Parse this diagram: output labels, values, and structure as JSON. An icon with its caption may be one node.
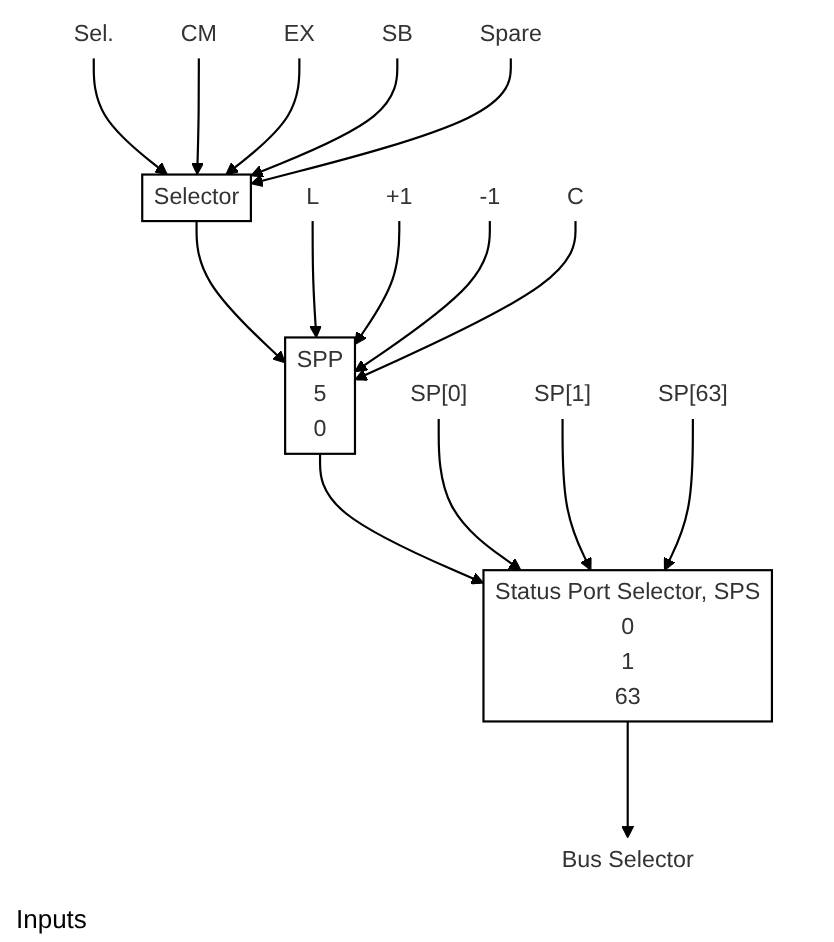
{
  "diagram": {
    "nodes": [
      {
        "text": [
          "Sel."
        ]
      },
      {
        "text": [
          "CM"
        ]
      },
      {
        "text": [
          "EX"
        ]
      },
      {
        "text": [
          "SB"
        ]
      },
      {
        "text": [
          "Spare"
        ]
      },
      {
        "text": [
          "Selector"
        ]
      },
      {
        "text": [
          "L"
        ]
      },
      {
        "text": [
          "+1"
        ]
      },
      {
        "text": [
          "-1"
        ]
      },
      {
        "text": [
          "C"
        ]
      },
      {
        "text": [
          "SPP",
          "5",
          "0"
        ]
      },
      {
        "text": [
          "Status Port Selector, SPS",
          "0",
          "1",
          "63"
        ]
      },
      {
        "text": [
          "SP[0]"
        ]
      },
      {
        "text": [
          "SP[1]"
        ]
      },
      {
        "text": [
          "SP[63]"
        ]
      },
      {
        "text": [
          "Bus Selector"
        ]
      }
    ],
    "edges": [
      {
        "from": 0,
        "to": 5,
        "arrow": "to"
      },
      {
        "from": 1,
        "to": 5,
        "arrow": "to"
      },
      {
        "from": 2,
        "to": 5,
        "arrow": "to"
      },
      {
        "from": 3,
        "to": 5,
        "arrow": "to"
      },
      {
        "from": 4,
        "to": 5,
        "arrow": "to"
      },
      {
        "from": 5,
        "to": 10,
        "arrow": "to"
      },
      {
        "from": 6,
        "to": 10,
        "arrow": "to"
      },
      {
        "from": 7,
        "to": 10,
        "arrow": "to"
      },
      {
        "from": 8,
        "to": 10,
        "arrow": "to"
      },
      {
        "from": 9,
        "to": 10,
        "arrow": "to"
      },
      {
        "from": 10,
        "to": 11,
        "arrow": "to"
      },
      {
        "from": 12,
        "to": 11,
        "arrow": "to"
      },
      {
        "from": 13,
        "to": 11,
        "arrow": "to"
      },
      {
        "from": 14,
        "to": 11,
        "arrow": "to"
      },
      {
        "from": 11,
        "to": 15,
        "arrow": "to"
      }
    ],
    "labels": [
      "Inputs"
    ]
  }
}
